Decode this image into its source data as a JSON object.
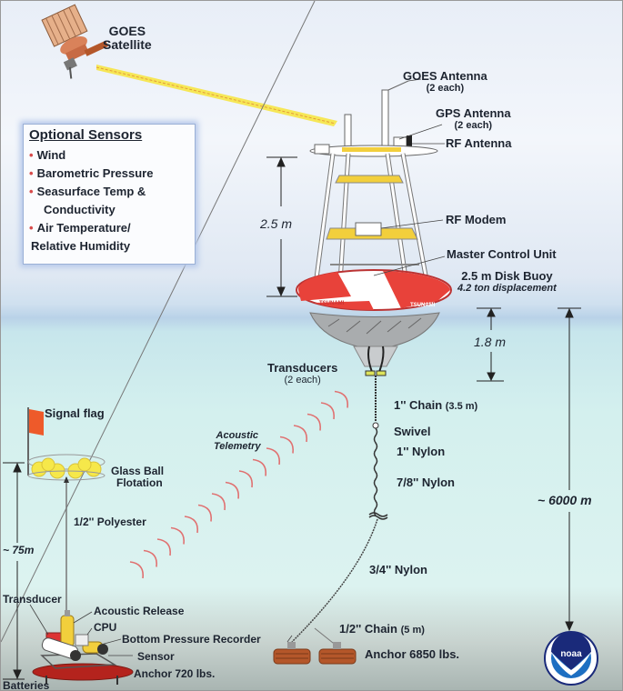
{
  "diagram": {
    "title": "DART Tsunami Buoy Mooring System",
    "satellite": {
      "line1": "GOES",
      "line2": "Satellite"
    },
    "optional_sensors": {
      "title": "Optional Sensors",
      "items": [
        {
          "text": "Wind",
          "bullet": true
        },
        {
          "text": "Barometric Pressure",
          "bullet": true
        },
        {
          "text": "Seasurface Temp &",
          "bullet": true
        },
        {
          "text": "Conductivity",
          "bullet": false,
          "indent": true
        },
        {
          "text": "Air Temperature/",
          "bullet": true
        },
        {
          "text": "Relative Humidity",
          "bullet": false
        }
      ]
    },
    "buoy_labels": {
      "goes_antenna": "GOES Antenna",
      "goes_antenna_count": "(2 each)",
      "gps_antenna": "GPS Antenna",
      "gps_antenna_count": "(2 each)",
      "rf_antenna": "RF Antenna",
      "rf_modem": "RF Modem",
      "master_control_unit": "Master Control Unit",
      "disk_buoy": "2.5 m Disk Buoy",
      "displacement": "4.2 ton displacement",
      "tower_height": "2.5 m",
      "draft": "1.8 m",
      "transducers": "Transducers",
      "transducers_count": "(2 each)",
      "hull_text_left": "TSUNAMI",
      "hull_text_right": "TSUNAMI"
    },
    "mooring_labels": {
      "chain_1in": "1'' Chain",
      "chain_1in_len": "(3.5 m)",
      "swivel": "Swivel",
      "nylon_1in": "1'' Nylon",
      "nylon_7_8in": "7/8'' Nylon",
      "nylon_3_4in": "3/4'' Nylon",
      "chain_half_in": "1/2'' Chain",
      "chain_half_in_len": "(5 m)",
      "anchor_main": "Anchor 6850 lbs.",
      "depth": "~ 6000 m"
    },
    "telemetry": {
      "line1": "Acoustic",
      "line2": "Telemetry"
    },
    "bpr_labels": {
      "signal_flag": "Signal flag",
      "glass_ball": "Glass Ball",
      "flotation": "Flotation",
      "polyester": "1/2'' Polyester",
      "height": "~ 75m",
      "transducer": "Transducer",
      "acoustic_release": "Acoustic Release",
      "cpu": "CPU",
      "bottom_pressure_recorder": "Bottom Pressure Recorder",
      "sensor": "Sensor",
      "anchor": "Anchor 720 lbs.",
      "batteries": "Batteries"
    },
    "logo": {
      "text": "noaa"
    },
    "colors": {
      "buoy_red": "#e8423a",
      "buoy_white": "#ffffff",
      "hull_gray": "#a9acae",
      "platform_yellow": "#f2cf3c",
      "signal_flag": "#ee5a2a",
      "glass_balls": "#f6e84a",
      "acoustic_arcs": "#e07070",
      "beam_yellow": "#f7e43a",
      "anchor_brown": "#b4572a",
      "noaa_blue": "#1d6fc2",
      "noaa_navy": "#1a2a7a",
      "text": "#1d2430"
    }
  }
}
